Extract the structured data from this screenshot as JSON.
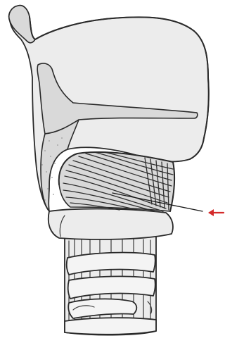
{
  "figure": {
    "subject": "lateral-view-larynx-line-drawing",
    "structures": [
      "thyroid-cartilage",
      "superior-horn",
      "oblique-line",
      "cricothyroid-muscle",
      "cricoid-cartilage",
      "tracheal-rings"
    ],
    "pointer": {
      "color": "#d42a2a",
      "target": "cricothyroid-muscle"
    }
  }
}
